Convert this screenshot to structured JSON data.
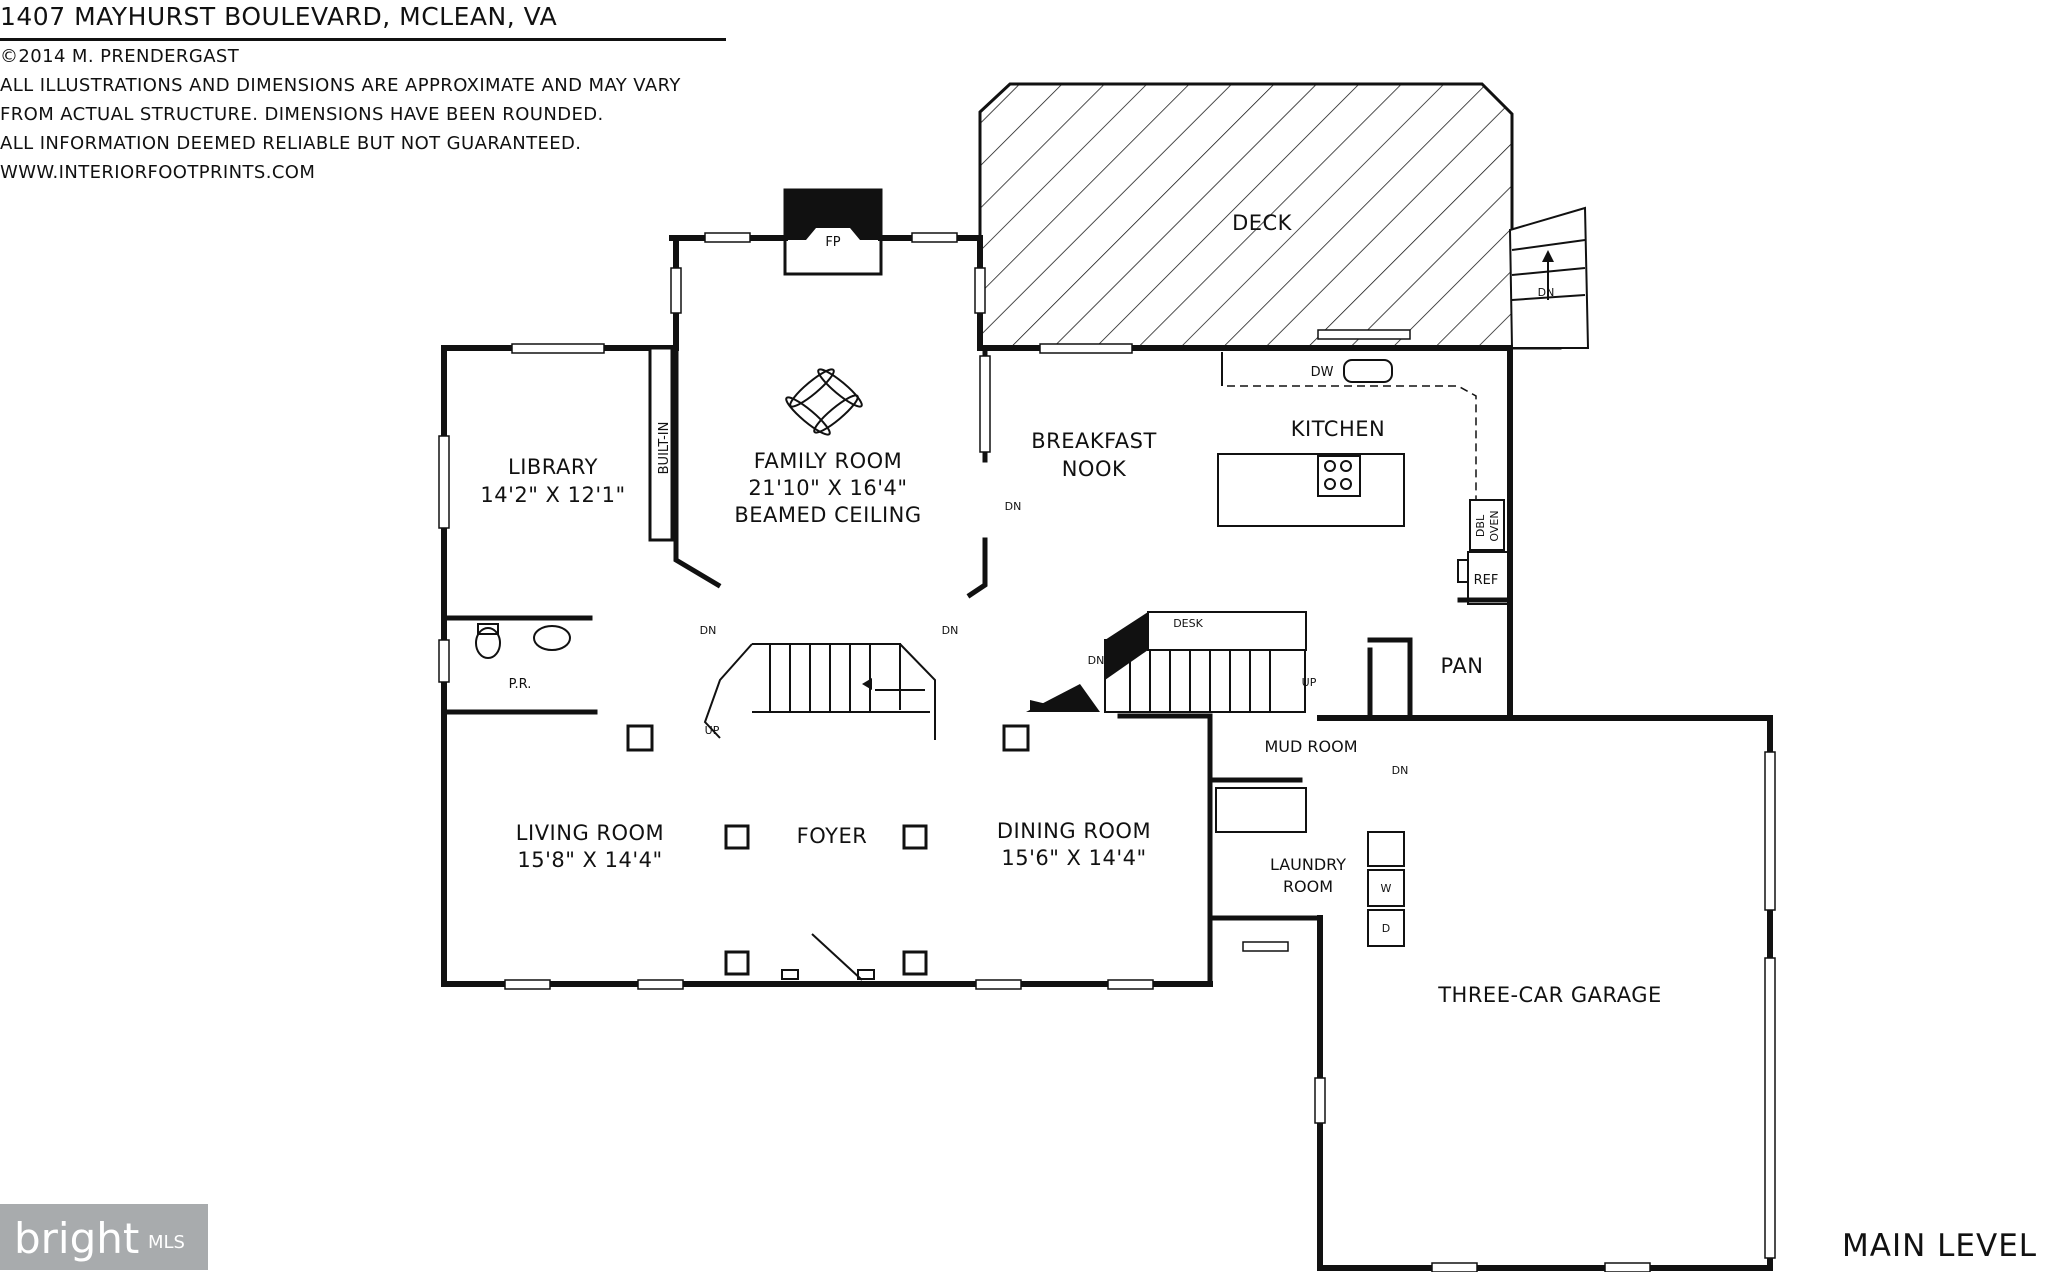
{
  "header": {
    "title": "1407 MAYHURST BOULEVARD, MCLEAN, VA",
    "notes": [
      "©2014 M. PRENDERGAST",
      "ALL ILLUSTRATIONS AND DIMENSIONS ARE APPROXIMATE AND MAY VARY",
      "FROM ACTUAL STRUCTURE. DIMENSIONS HAVE BEEN ROUNDED.",
      "ALL INFORMATION DEEMED RELIABLE BUT NOT GUARANTEED.",
      "WWW.INTERIORFOOTPRINTS.COM"
    ]
  },
  "rooms": {
    "deck": "DECK",
    "library": {
      "name": "LIBRARY",
      "dims": "14'2\" X 12'1\""
    },
    "family_room": {
      "name": "FAMILY ROOM",
      "dims": "21'10\" X 16'4\"",
      "note": "BEAMED CEILING"
    },
    "breakfast_nook": {
      "line1": "BREAKFAST",
      "line2": "NOOK"
    },
    "kitchen": "KITCHEN",
    "living_room": {
      "name": "LIVING ROOM",
      "dims": "15'8\" X 14'4\""
    },
    "foyer": "FOYER",
    "dining_room": {
      "name": "DINING ROOM",
      "dims": "15'6\" X 14'4\""
    },
    "mud_room": "MUD ROOM",
    "laundry_room": {
      "line1": "LAUNDRY",
      "line2": "ROOM"
    },
    "garage": "THREE-CAR GARAGE",
    "powder_room": "P.R.",
    "pantry": "PAN"
  },
  "fixtures": {
    "fireplace": "FP",
    "built_in": "BUILT-IN",
    "dishwasher": "DW",
    "double_oven_1": "DBL",
    "double_oven_2": "OVEN",
    "refrigerator": "REF",
    "desk": "DESK",
    "washer": "W",
    "dryer": "D"
  },
  "stair_labels": {
    "down": "DN",
    "up": "UP"
  },
  "level": "MAIN LEVEL",
  "watermark": {
    "brand": "bright",
    "suffix": "MLS"
  }
}
